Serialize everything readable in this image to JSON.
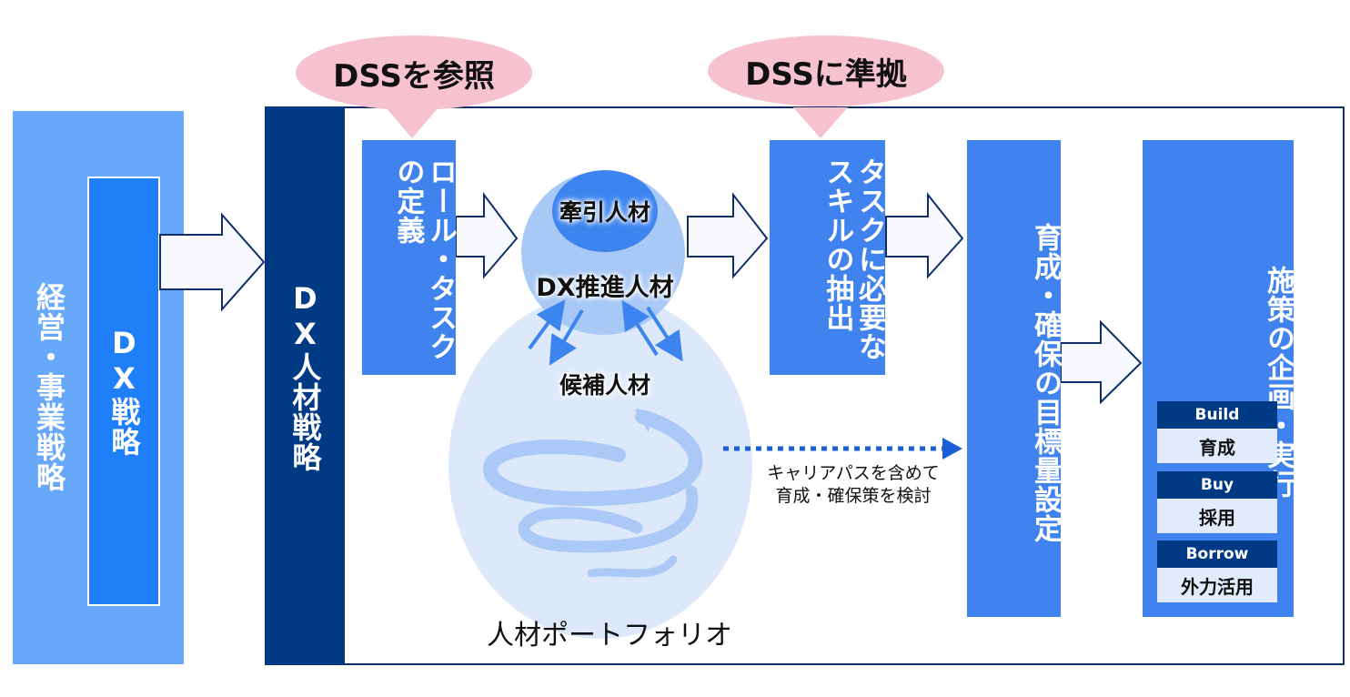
{
  "left": {
    "business_strategy": "経営・事業戦略",
    "dx_strategy": "DX戦略"
  },
  "hr_strategy": "DX人材戦略",
  "callouts": {
    "refer": "DSSを参照",
    "comply": "DSSに準拠"
  },
  "steps": [
    {
      "id": "role-task",
      "label": "ロール・タスクの定義"
    },
    {
      "id": "skill-extract",
      "label": "タスクに必要なスキルの抽出"
    },
    {
      "id": "target-setting",
      "label": "育成・確保の目標量設定"
    },
    {
      "id": "plan-execute",
      "label": "施策の企画・実行"
    }
  ],
  "portfolio": {
    "leader": "牽引人材",
    "promoter": "DX推進人材",
    "candidate": "候補人材",
    "title": "人材ポートフォリオ",
    "career_note": "キャリアパスを含めて育成・確保策を検討"
  },
  "options": [
    {
      "en": "Build",
      "ja": "育成"
    },
    {
      "en": "Buy",
      "ja": "採用"
    },
    {
      "en": "Borrow",
      "ja": "外力活用"
    }
  ],
  "colors": {
    "business_bg": "#68a8fb",
    "dx_bg": "#1e7ff8",
    "hr_bg": "#003a84",
    "step_bg": "#4083ef",
    "callout_bg": "#f6c2d0",
    "frame": "#0f2f6b"
  }
}
